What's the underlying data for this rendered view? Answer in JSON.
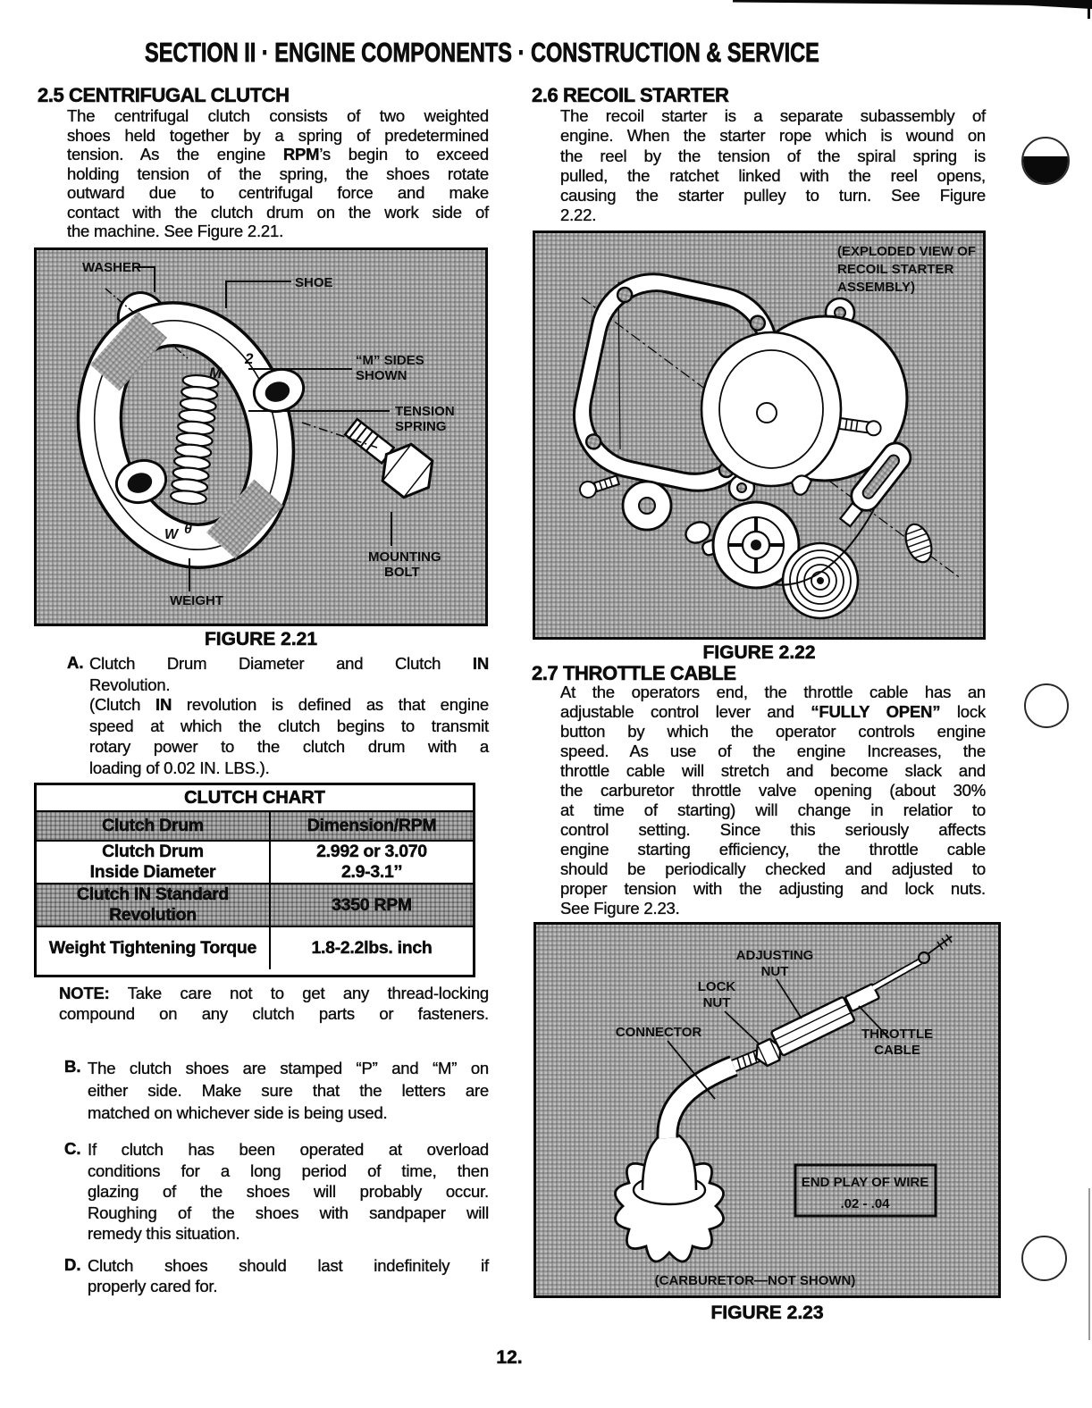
{
  "header": {
    "title": "SECTION II · ENGINE COMPONENTS · CONSTRUCTION & SERVICE"
  },
  "page_number": "12.",
  "sections": {
    "clutch": {
      "num": "2.5",
      "title": "CENTRIFUGAL CLUTCH",
      "lines": [
        "The centrifugal clutch consists of two weighted",
        "shoes held together by a spring of predetermined",
        "tension. As the engine **RPM**’s begin to exceed",
        "holding tension of the spring, the shoes rotate",
        "outward due to centrifugal force and make",
        "contact with the clutch drum on the work side of",
        "the machine. See Figure 2.21."
      ]
    },
    "recoil": {
      "num": "2.6",
      "title": "RECOIL STARTER",
      "lines": [
        "The recoil starter is a separate subassembly of",
        "engine. When the starter rope which is wound on",
        "the reel by the tension of the spiral spring is",
        "pulled, the ratchet linked with the reel opens,",
        "causing the starter pulley to turn. See Figure",
        "2.22."
      ]
    },
    "throttle": {
      "num": "2.7",
      "title": "THROTTLE CABLE",
      "lines": [
        "At the operators end, the throttle cable has an",
        "adjustable control lever and **“FULLY OPEN”** lock",
        "button by which the operator controls engine",
        "speed. As use of the engine Increases, the",
        "throttle cable will stretch and become slack and",
        "the carburetor throttle valve opening (about 30%",
        "at time of starting) will change in relatior to",
        "control setting. Since this seriously affects",
        "engine starting efficiency, the throttle cable",
        "should be periodically checked and adjusted to",
        "proper tension with the adjusting and lock nuts.",
        "See Figure 2.23."
      ]
    }
  },
  "item_a": {
    "label": "A.",
    "lines": [
      "Clutch Drum Diameter and Clutch **IN**",
      "Revolution."
    ],
    "sub_lines": [
      "(Clutch **IN** revolution is defined as that engine",
      "speed at which the clutch begins to transmit",
      "rotary power to the clutch drum with a",
      "loading of 0.02 IN. LBS.)."
    ]
  },
  "note": {
    "lines": [
      "**NOTE:** Take care not to get any thread-locking",
      "compound on any clutch parts or fasteners."
    ]
  },
  "item_b": {
    "label": "B.",
    "lines": [
      "The clutch shoes are stamped “P” and “M” on",
      "either side. Make sure that the letters are",
      "matched on whichever side is being used."
    ]
  },
  "item_c": {
    "label": "C.",
    "lines": [
      "If clutch has been operated at overload",
      "conditions for a long period of time, then",
      "glazing of the shoes will probably occur.",
      "Roughing of the shoes with sandpaper will",
      "remedy this situation."
    ]
  },
  "item_d": {
    "label": "D.",
    "lines": [
      "Clutch shoes should last indefinitely if",
      "properly cared for."
    ]
  },
  "clutch_chart": {
    "title": "CLUTCH CHART",
    "col_headers": [
      "Clutch Drum",
      "Dimension/RPM"
    ],
    "rows": [
      {
        "label_lines": [
          "Clutch Drum",
          "Inside Diameter"
        ],
        "value_lines": [
          "2.992 or 3.070",
          "2.9-3.1’’"
        ]
      },
      {
        "label_lines": [
          "Clutch IN Standard",
          "Revolution"
        ],
        "value_lines": [
          "3350 RPM"
        ]
      },
      {
        "label_lines": [
          "Weight Tightening Torque"
        ],
        "value_lines": [
          "1.8-2.2lbs. inch"
        ]
      }
    ]
  },
  "figure21": {
    "caption": "FIGURE 2.21",
    "labels": {
      "washer": "WASHER",
      "shoe": "SHOE",
      "m_sides": "“M” SIDES",
      "shown": "SHOWN",
      "tension": "TENSION",
      "spring": "SPRING",
      "mounting": "MOUNTING",
      "bolt": "BOLT",
      "weight": "WEIGHT",
      "mark_m": "M",
      "mark_2": "2",
      "mark_w": "W",
      "mark_o": "θ"
    }
  },
  "figure22": {
    "caption": "FIGURE 2.22",
    "note_lines": [
      "(EXPLODED VIEW OF",
      "RECOIL STARTER",
      "ASSEMBLY)"
    ]
  },
  "figure23": {
    "caption": "FIGURE 2.23",
    "labels": {
      "adjusting": "ADJUSTING",
      "adjusting2": "NUT",
      "lock": "LOCK",
      "lock2": "NUT",
      "connector": "CONNECTOR",
      "throttle": "THROTTLE",
      "throttle2": "CABLE",
      "endplay_title": "END PLAY OF WIRE",
      "endplay_value": ".02 - .04",
      "carb": "(CARBURETOR—NOT SHOWN)"
    }
  }
}
